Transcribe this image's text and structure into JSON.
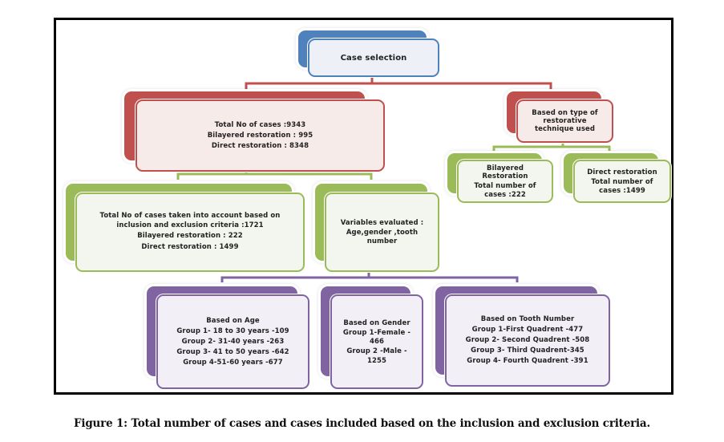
{
  "diagram": {
    "root": {
      "lines": [
        "Case selection"
      ]
    },
    "total_cases": {
      "lines": [
        "Total No of cases :9343",
        "Bilayered restoration : 995",
        "Direct restoration  : 8348"
      ]
    },
    "technique": {
      "lines": [
        "Based on type of",
        "restorative",
        "technique used"
      ]
    },
    "bilayered": {
      "lines": [
        "Bilayered",
        "Restoration",
        "Total number of",
        "cases :222"
      ]
    },
    "direct": {
      "lines": [
        "Direct restoration",
        "Total number of",
        "cases :1499"
      ]
    },
    "included": {
      "lines": [
        "Total No of cases  taken into account based on",
        "inclusion and exclusion criteria :1721",
        "Bilayered restoration : 222",
        "Direct restoration : 1499"
      ]
    },
    "variables": {
      "lines": [
        "Variables evaluated :",
        "Age,gender ,tooth",
        "number"
      ]
    },
    "age": {
      "lines": [
        "Based on Age",
        "Group 1- 18 to 30 years -109",
        "Group 2- 31-40 years -263",
        "Group 3- 41 to 50 years -642",
        "Group 4-51-60 years -677"
      ]
    },
    "gender": {
      "lines": [
        "Based on Gender",
        "Group 1-Female -",
        "466",
        "Group 2 -Male -",
        "1255"
      ]
    },
    "tooth": {
      "lines": [
        "Based on Tooth Number",
        "Group 1-First Quadrent -477",
        "Group 2- Second Quadrent -508",
        "Group 3- Third Quadrent-345",
        "Group 4- Fourth Quadrent -391"
      ]
    }
  },
  "colors": {
    "blue": "#4f81bd",
    "red": "#c0504d",
    "green": "#9bbb59",
    "purple": "#8064a2"
  },
  "caption": "Figure 1: Total number of cases and cases included based on the inclusion and exclusion criteria."
}
